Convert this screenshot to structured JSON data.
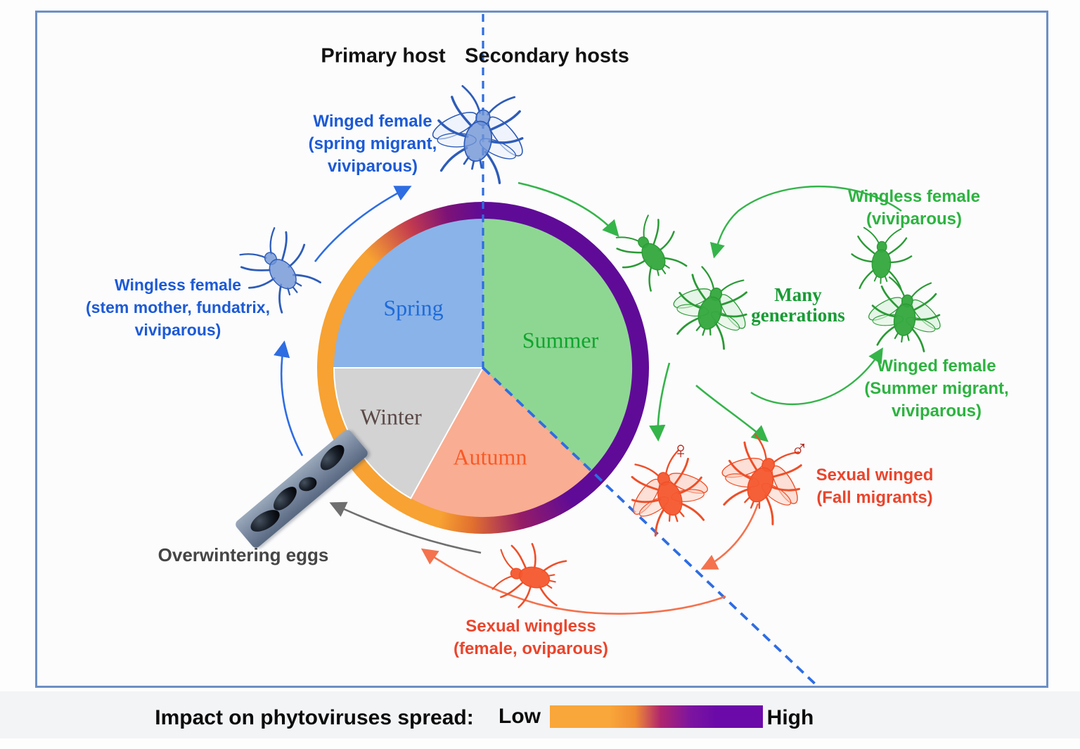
{
  "figure": {
    "header": {
      "primary_host": "Primary host",
      "secondary_hosts": "Secondary hosts"
    },
    "wheel": {
      "seasons": [
        {
          "label": "Spring",
          "fill": "#8ab3e9",
          "text_color": "#1e6bd8",
          "arc_deg": 90
        },
        {
          "label": "Summer",
          "fill": "#8ed793",
          "text_color": "#11a42e",
          "arc_deg": 134
        },
        {
          "label": "Autumn",
          "fill": "#f9ad92",
          "text_color": "#f95925",
          "arc_deg": 76
        },
        {
          "label": "Winter",
          "fill": "#d3d3d3",
          "text_color": "#5a4947",
          "arc_deg": 60
        }
      ],
      "ring": {
        "low_color": "#f7a232",
        "mid_color": "#951c66",
        "high_color": "#5f0b97"
      }
    },
    "stages": {
      "winged_female_spring": {
        "lines": [
          "Winged female",
          "(spring migrant,",
          "viviparous)"
        ],
        "color": "#1c5ad6"
      },
      "wingless_female_stem": {
        "lines": [
          "Wingless female",
          "(stem mother, fundatrix,",
          "viviparous)"
        ],
        "color": "#1c5ad6"
      },
      "wingless_female_viviparous": {
        "lines": [
          "Wingless female",
          "(viviparous)"
        ],
        "color": "#2db340"
      },
      "many_generations": {
        "lines": [
          "Many",
          "generations"
        ],
        "color": "#189c34"
      },
      "winged_female_summer": {
        "lines": [
          "Winged female",
          "(Summer migrant,",
          "viviparous)"
        ],
        "color": "#2db340"
      },
      "sexual_winged": {
        "lines": [
          "Sexual winged",
          "(Fall migrants)"
        ],
        "color": "#ea452c"
      },
      "sexual_wingless": {
        "lines": [
          "Sexual wingless",
          "(female, oviparous)"
        ],
        "color": "#ea452c"
      },
      "overwintering_eggs": {
        "lines": [
          "Overwintering eggs"
        ],
        "color": "#454545"
      }
    },
    "symbols": {
      "female": "♀",
      "male": "♂",
      "color": "#b3271d"
    },
    "legend": {
      "title": "Impact on phytoviruses spread:",
      "low_label": "Low",
      "high_label": "High",
      "gradient_stops": [
        "#f9a63a",
        "#b0256e",
        "#6b0aa8"
      ]
    }
  }
}
